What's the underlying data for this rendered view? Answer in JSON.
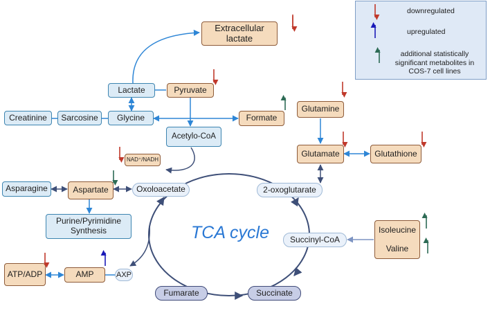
{
  "title_center": "TCA cycle",
  "legend": {
    "down": "downregulated",
    "up": "upregulated",
    "extra": "additional statistically significant metabolites in COS-7 cell lines"
  },
  "nodes": {
    "extracellular_lactate": "Extracellular lactate",
    "lactate": "Lactate",
    "pyruvate": "Pyruvate",
    "creatinine": "Creatinine",
    "sarcosine": "Sarcosine",
    "glycine": "Glycine",
    "formate": "Formate",
    "acetyl_coa": "Acetylo-CoA",
    "nad": "NAD⁺/NADH",
    "glutamine": "Glutamine",
    "glutamate": "Glutamate",
    "glutathione": "Glutathione",
    "asparagine": "Asparagine",
    "aspartate": "Aspartate",
    "oxoloacetate": "Oxoloacetate",
    "oxoglutarate": "2-oxoglutarate",
    "purine": "Purine/Pyrimidine Synthesis",
    "succinyl_coa": "Succinyl-CoA",
    "isoleucine": "Isoleucine",
    "valine": "Valine",
    "atp_adp": "ATP/ADP",
    "amp": "AMP",
    "axp": "AXP",
    "fumarate": "Fumarate",
    "succinate": "Succinate"
  },
  "colors": {
    "down": "#c0392b",
    "up": "#1a1ab8",
    "extra": "#2d6b55",
    "link": "#2e86d6",
    "cycle": "#3e4f78"
  }
}
